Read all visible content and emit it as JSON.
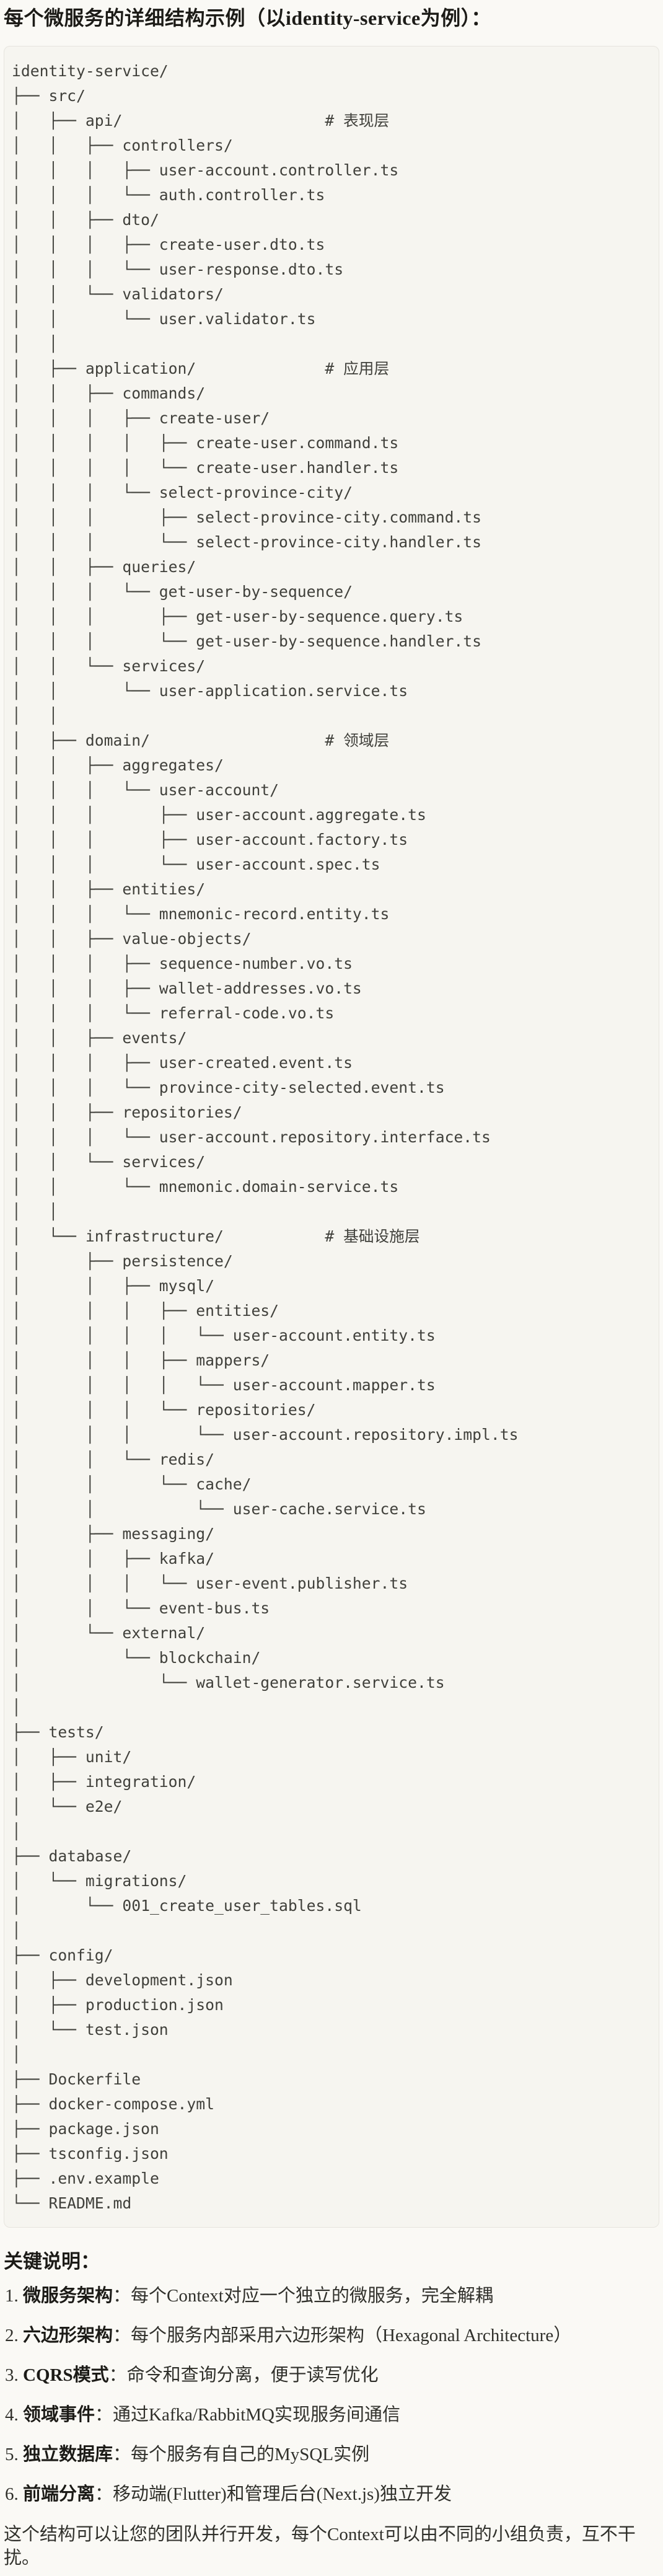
{
  "title": "每个微服务的详细结构示例（以identity-service为例）：",
  "tree": {
    "lines": [
      "identity-service/",
      "├── src/",
      "│   ├── api/                      # 表现层",
      "│   │   ├── controllers/",
      "│   │   │   ├── user-account.controller.ts",
      "│   │   │   └── auth.controller.ts",
      "│   │   ├── dto/",
      "│   │   │   ├── create-user.dto.ts",
      "│   │   │   └── user-response.dto.ts",
      "│   │   └── validators/",
      "│   │       └── user.validator.ts",
      "│   │",
      "│   ├── application/              # 应用层",
      "│   │   ├── commands/",
      "│   │   │   ├── create-user/",
      "│   │   │   │   ├── create-user.command.ts",
      "│   │   │   │   └── create-user.handler.ts",
      "│   │   │   └── select-province-city/",
      "│   │   │       ├── select-province-city.command.ts",
      "│   │   │       └── select-province-city.handler.ts",
      "│   │   ├── queries/",
      "│   │   │   └── get-user-by-sequence/",
      "│   │   │       ├── get-user-by-sequence.query.ts",
      "│   │   │       └── get-user-by-sequence.handler.ts",
      "│   │   └── services/",
      "│   │       └── user-application.service.ts",
      "│   │",
      "│   ├── domain/                   # 领域层",
      "│   │   ├── aggregates/",
      "│   │   │   └── user-account/",
      "│   │   │       ├── user-account.aggregate.ts",
      "│   │   │       ├── user-account.factory.ts",
      "│   │   │       └── user-account.spec.ts",
      "│   │   ├── entities/",
      "│   │   │   └── mnemonic-record.entity.ts",
      "│   │   ├── value-objects/",
      "│   │   │   ├── sequence-number.vo.ts",
      "│   │   │   ├── wallet-addresses.vo.ts",
      "│   │   │   └── referral-code.vo.ts",
      "│   │   ├── events/",
      "│   │   │   ├── user-created.event.ts",
      "│   │   │   └── province-city-selected.event.ts",
      "│   │   ├── repositories/",
      "│   │   │   └── user-account.repository.interface.ts",
      "│   │   └── services/",
      "│   │       └── mnemonic.domain-service.ts",
      "│   │",
      "│   └── infrastructure/           # 基础设施层",
      "│       ├── persistence/",
      "│       │   ├── mysql/",
      "│       │   │   ├── entities/",
      "│       │   │   │   └── user-account.entity.ts",
      "│       │   │   ├── mappers/",
      "│       │   │   │   └── user-account.mapper.ts",
      "│       │   │   └── repositories/",
      "│       │   │       └── user-account.repository.impl.ts",
      "│       │   └── redis/",
      "│       │       └── cache/",
      "│       │           └── user-cache.service.ts",
      "│       ├── messaging/",
      "│       │   ├── kafka/",
      "│       │   │   └── user-event.publisher.ts",
      "│       │   └── event-bus.ts",
      "│       └── external/",
      "│           └── blockchain/",
      "│               └── wallet-generator.service.ts",
      "│",
      "├── tests/",
      "│   ├── unit/",
      "│   ├── integration/",
      "│   └── e2e/",
      "│",
      "├── database/",
      "│   └── migrations/",
      "│       └── 001_create_user_tables.sql",
      "│",
      "├── config/",
      "│   ├── development.json",
      "│   ├── production.json",
      "│   └── test.json",
      "│",
      "├── Dockerfile",
      "├── docker-compose.yml",
      "├── package.json",
      "├── tsconfig.json",
      "├── .env.example",
      "└── README.md"
    ]
  },
  "notes": {
    "heading": "关键说明：",
    "items": [
      {
        "num": "1.",
        "term": "微服务架构",
        "desc": "：每个Context对应一个独立的微服务，完全解耦"
      },
      {
        "num": "2.",
        "term": "六边形架构",
        "desc": "：每个服务内部采用六边形架构（Hexagonal Architecture）"
      },
      {
        "num": "3.",
        "term": "CQRS模式",
        "desc": "：命令和查询分离，便于读写优化"
      },
      {
        "num": "4.",
        "term": "领域事件",
        "desc": "：通过Kafka/RabbitMQ实现服务间通信"
      },
      {
        "num": "5.",
        "term": "独立数据库",
        "desc": "：每个服务有自己的MySQL实例"
      },
      {
        "num": "6.",
        "term": "前端分离",
        "desc": "：移动端(Flutter)和管理后台(Next.js)独立开发"
      }
    ],
    "footer": "这个结构可以让您的团队并行开发，每个Context可以由不同的小组负责，互不干扰。"
  }
}
